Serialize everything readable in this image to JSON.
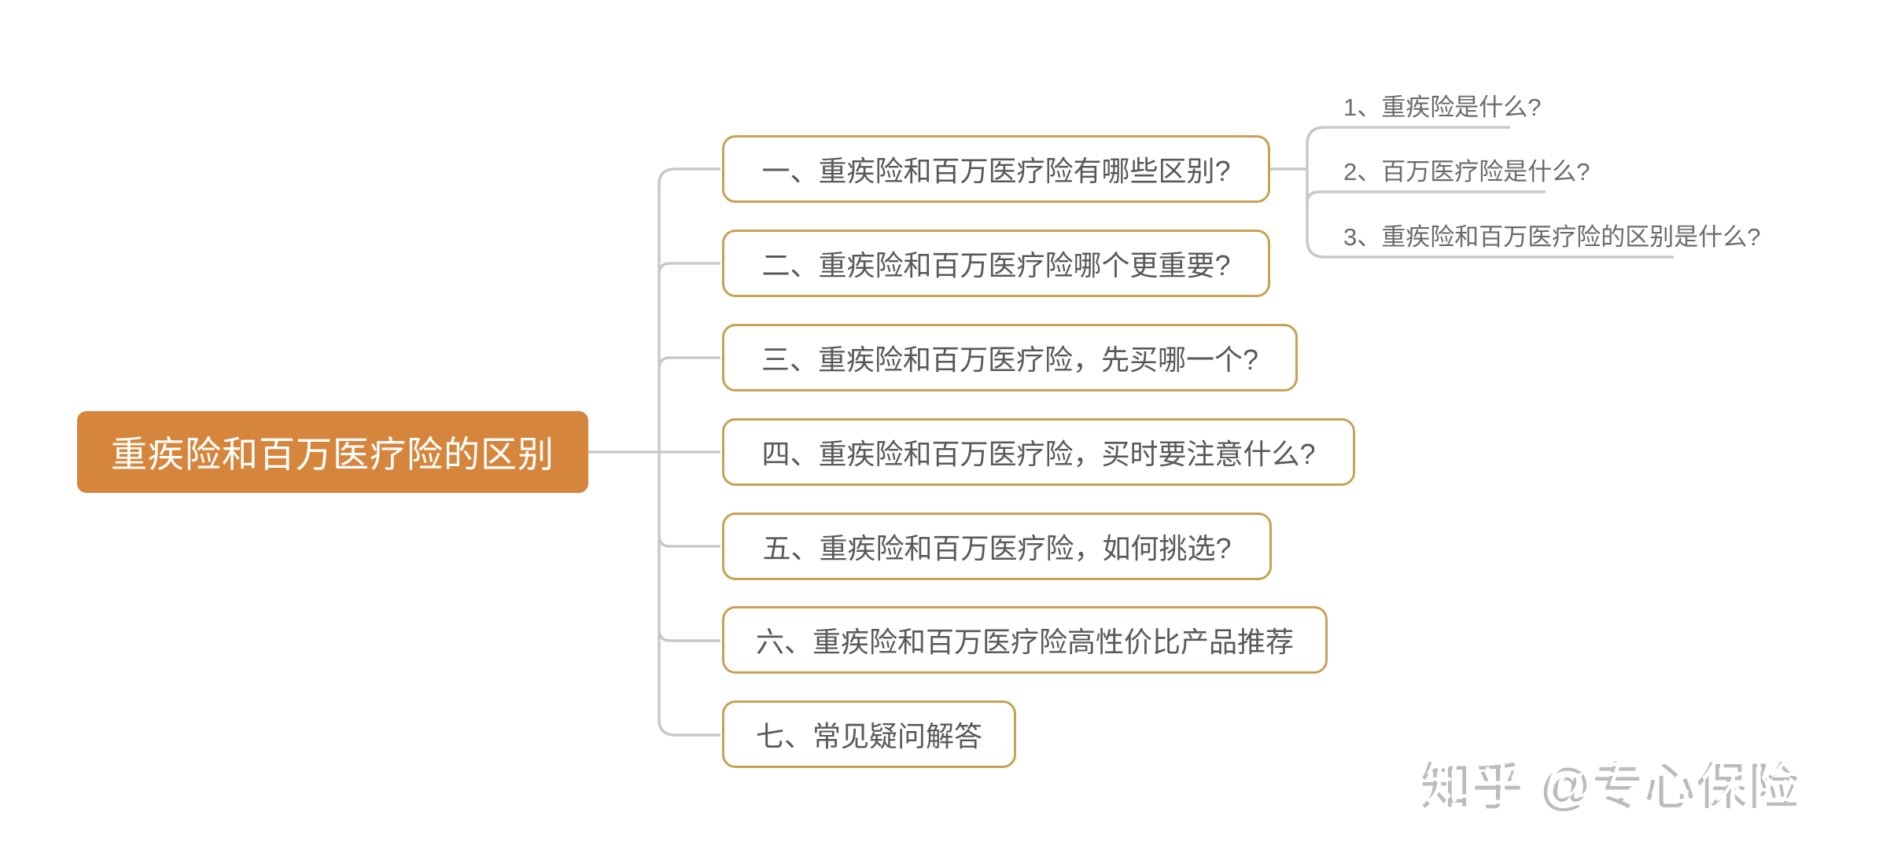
{
  "root": {
    "label": "重疾险和百万医疗险的区别"
  },
  "branches": [
    {
      "label": "一、重疾险和百万医疗险有哪些区别?"
    },
    {
      "label": "二、重疾险和百万医疗险哪个更重要?"
    },
    {
      "label": "三、重疾险和百万医疗险，先买哪一个?"
    },
    {
      "label": "四、重疾险和百万医疗险，买时要注意什么?"
    },
    {
      "label": "五、重疾险和百万医疗险，如何挑选?"
    },
    {
      "label": "六、重疾险和百万医疗险高性价比产品推荐"
    },
    {
      "label": "七、常见疑问解答"
    }
  ],
  "subtopics": [
    {
      "label": "1、重疾险是什么?"
    },
    {
      "label": "2、百万医疗险是什么?"
    },
    {
      "label": "3、重疾险和百万医疗险的区别是什么?"
    }
  ],
  "watermark": "知乎 @专心保险",
  "colors": {
    "root_bg": "#D6863C",
    "branch_border": "#C7A156",
    "branch_text": "#595959",
    "subtopic_text": "#6B6B6B",
    "connector": "#C8C8C8",
    "watermark_shadow": "#BCBCBC"
  }
}
